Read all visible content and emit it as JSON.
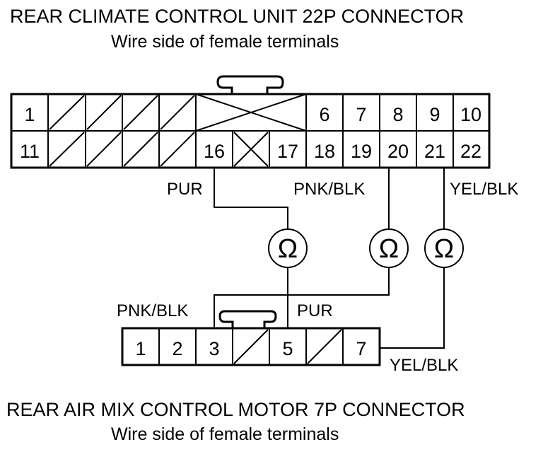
{
  "top_connector": {
    "title": "REAR CLIMATE CONTROL UNIT 22P CONNECTOR",
    "subtitle": "Wire side of female terminals",
    "row1": [
      "1",
      "",
      "",
      "",
      "",
      "",
      "",
      "6",
      "7",
      "8",
      "9",
      "10"
    ],
    "row2": [
      "11",
      "",
      "",
      "",
      "",
      "16",
      "",
      "17",
      "18",
      "19",
      "20",
      "21",
      "22"
    ]
  },
  "bottom_connector": {
    "title": "REAR AIR MIX CONTROL MOTOR 7P CONNECTOR",
    "subtitle": "Wire side of female terminals",
    "pins": [
      "1",
      "2",
      "3",
      "",
      "5",
      "",
      "7"
    ]
  },
  "wires": {
    "pur_top": "PUR",
    "pnk_blk_top": "PNK/BLK",
    "yel_blk_top": "YEL/BLK",
    "pnk_blk_bottom": "PNK/BLK",
    "pur_bottom": "PUR",
    "yel_blk_bottom": "YEL/BLK"
  },
  "meters": [
    "Ω",
    "Ω",
    "Ω"
  ]
}
